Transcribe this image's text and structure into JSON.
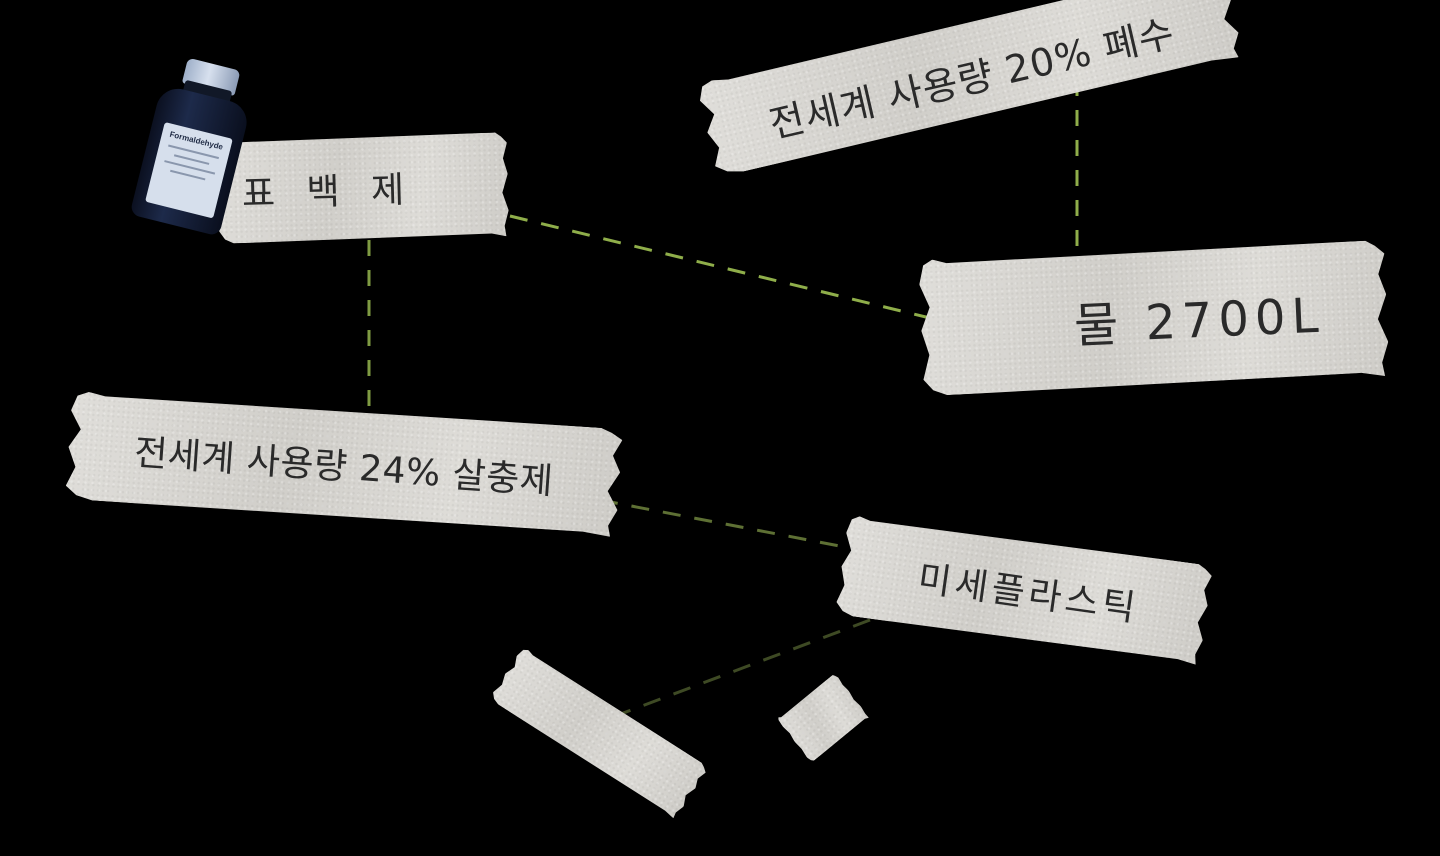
{
  "labels": {
    "global_waste": "전세계 사용량 20% 폐수",
    "bleach": "표 백 제",
    "water": "물 2700L",
    "pesticide": "전세계 사용량 24% 살충제",
    "microplastic": "미세플라스틱"
  },
  "bottle": {
    "label_text": "Formaldehyde"
  },
  "colors": {
    "background": "#000000",
    "tape": "#d9d7d2",
    "text": "#2a2a2a",
    "connector_bright": "#8fae4a",
    "connector_dim": "#5e7034"
  }
}
